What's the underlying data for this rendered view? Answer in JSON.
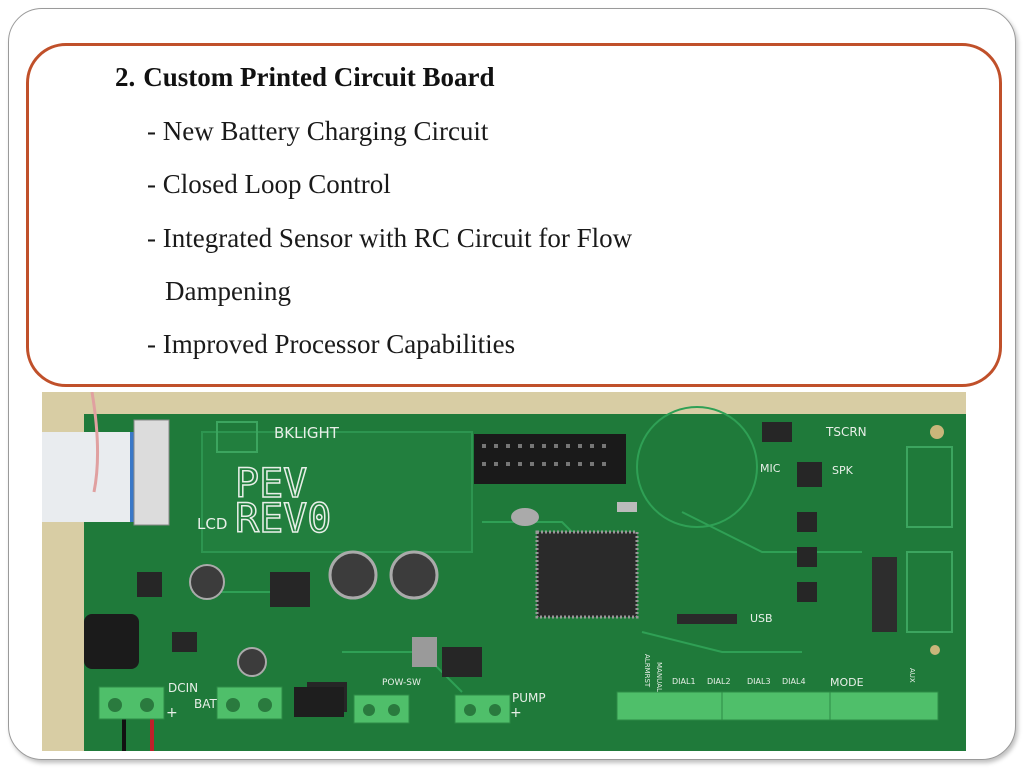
{
  "slide": {
    "heading_number": "2.",
    "heading_text": "Custom Printed Circuit Board",
    "bullets": [
      "- New Battery Charging Circuit",
      "- Closed Loop Control",
      "- Integrated Sensor with RC Circuit for Flow",
      "Dampening",
      "- Improved Processor Capabilities"
    ]
  },
  "pcb_labels": {
    "bklight": "BKLIGHT",
    "tscrn": "TSCRN",
    "mic": "MIC",
    "spk": "SPK",
    "pev": "PEV",
    "rev": "REV0",
    "lcd": "LCD",
    "usb": "USB",
    "dcin": "DCIN",
    "bat": "BAT",
    "pow_sw": "POW-SW",
    "pump": "PUMP",
    "mode": "MODE",
    "dial1": "DIAL1",
    "dial2": "DIAL2",
    "dial3": "DIAL3",
    "dial4": "DIAL4",
    "manual": "MANUAL",
    "alrmrst": "ALRMRST",
    "aux": "AUX",
    "plus": "+"
  },
  "colors": {
    "accent_border": "#c0502a",
    "pcb_green": "#1f7a3a",
    "pcb_dark": "#15622c",
    "terminal_green": "#4fbf6a"
  }
}
